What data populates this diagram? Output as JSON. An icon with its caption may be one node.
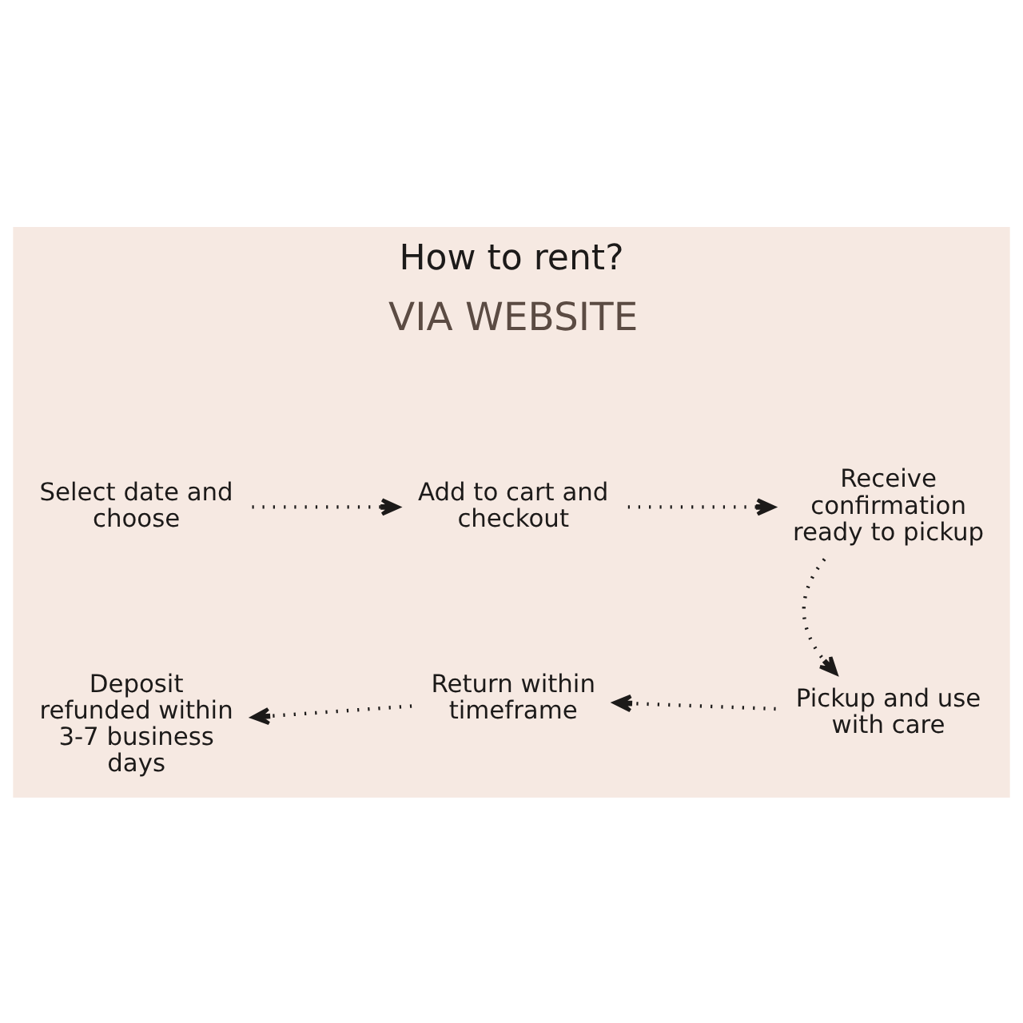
{
  "diagram": {
    "title": "How to rent?",
    "nodes": [
      {
        "text": [
          "Select date and choose"
        ]
      },
      {
        "text": [
          "Add to cart and checkout"
        ]
      },
      {
        "text": [
          "Receive confirmation ready to pickup"
        ]
      },
      {
        "text": [
          "Pickup and use with care"
        ]
      },
      {
        "text": [
          "Return within timeframe"
        ]
      },
      {
        "text": [
          "Deposit refunded within 3-7 business days"
        ]
      }
    ],
    "edges": [
      {
        "from": 0,
        "to": 1,
        "arrow": "to",
        "style": "dashed"
      },
      {
        "from": 1,
        "to": 2,
        "arrow": "to",
        "style": "dashed"
      },
      {
        "from": 2,
        "to": 3,
        "arrow": "to",
        "style": "dashed"
      },
      {
        "from": 3,
        "to": 4,
        "arrow": "to",
        "style": "dashed"
      },
      {
        "from": 4,
        "to": 5,
        "arrow": "to",
        "style": "dashed"
      }
    ],
    "labels": [
      "VIA WEBSITE"
    ]
  }
}
